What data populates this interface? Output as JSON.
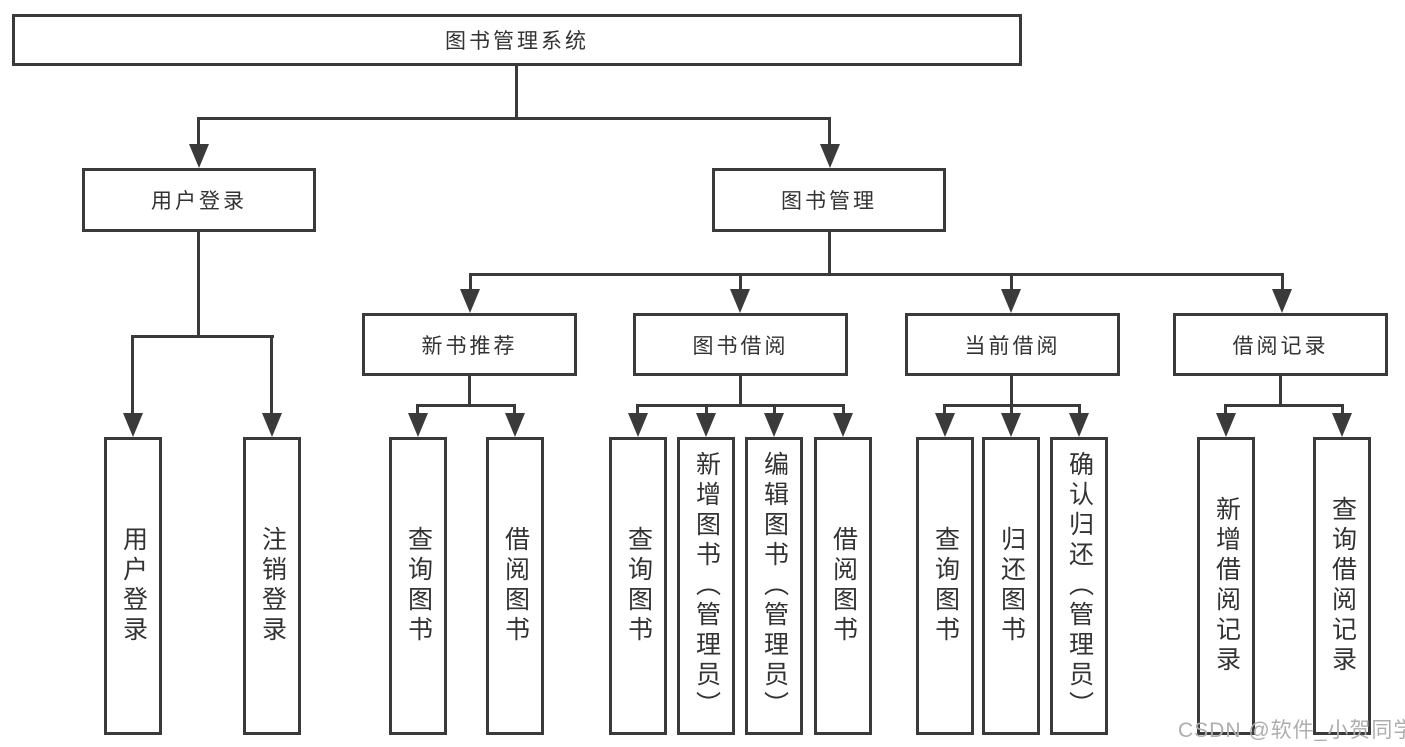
{
  "diagram": {
    "title_node": {
      "label": "图书管理系统"
    },
    "level2": {
      "user_login": {
        "label": "用户登录"
      },
      "book_management": {
        "label": "图书管理"
      }
    },
    "level3": {
      "new_book_recommend": {
        "label": "新书推荐"
      },
      "book_borrow": {
        "label": "图书借阅"
      },
      "current_borrow": {
        "label": "当前借阅"
      },
      "borrow_records": {
        "label": "借阅记录"
      }
    },
    "leaves": {
      "user_login": [
        "用户登录",
        "注销登录"
      ],
      "new_book_recommend": [
        "查询图书",
        "借阅图书"
      ],
      "book_borrow": [
        "查询图书",
        "新增图书（管理员）",
        "编辑图书（管理员）",
        "借阅图书"
      ],
      "current_borrow": [
        "查询图书",
        "归还图书",
        "确认归还（管理员）"
      ],
      "borrow_records": [
        "新增借阅记录",
        "查询借阅记录"
      ]
    }
  },
  "watermark": {
    "text": "CSDN @软件_小贺同学"
  },
  "colors": {
    "line": "#3a3a3a",
    "text": "#333333",
    "watermark": "#aeaeae",
    "background": "#ffffff"
  }
}
